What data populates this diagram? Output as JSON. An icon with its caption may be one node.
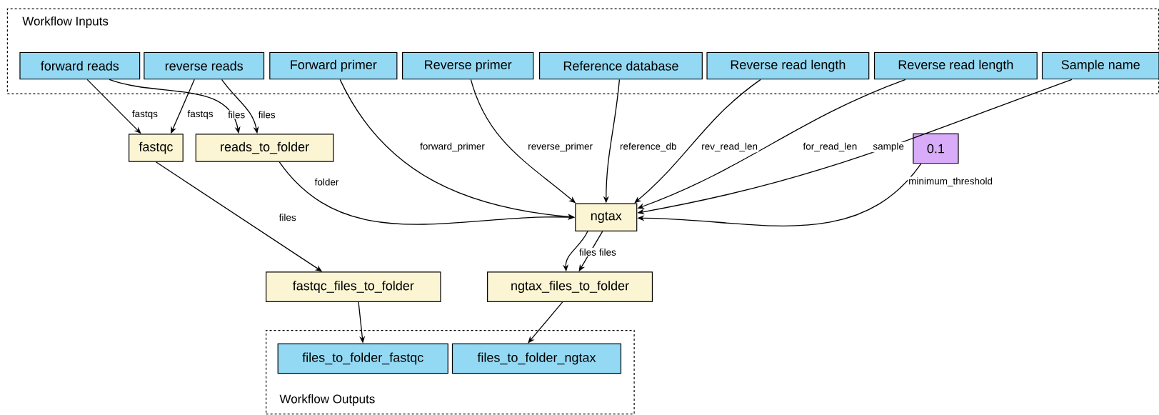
{
  "diagram": {
    "nodes": [
      {
        "text": [
          "Workflow Inputs"
        ]
      },
      {
        "text": [
          "forward reads"
        ],
        "in": 0
      },
      {
        "text": [
          "reverse reads"
        ],
        "in": 0
      },
      {
        "text": [
          "Forward primer"
        ],
        "in": 0
      },
      {
        "text": [
          "Reverse primer"
        ],
        "in": 0
      },
      {
        "text": [
          "Reference database"
        ],
        "in": 0
      },
      {
        "text": [
          "Reverse read length"
        ],
        "in": 0
      },
      {
        "text": [
          "Reverse read length"
        ],
        "in": 0
      },
      {
        "text": [
          "Sample name"
        ],
        "in": 0
      },
      {
        "text": [
          "fastqc"
        ]
      },
      {
        "text": [
          "reads_to_folder"
        ]
      },
      {
        "text": [
          "0.1"
        ]
      },
      {
        "text": [
          "ngtax"
        ]
      },
      {
        "text": [
          "fastqc_files_to_folder"
        ]
      },
      {
        "text": [
          "ngtax_files_to_folder"
        ]
      },
      {
        "text": [
          "Workflow Outputs"
        ]
      },
      {
        "text": [
          "files_to_folder_fastqc"
        ],
        "in": 15
      },
      {
        "text": [
          "files_to_folder_ngtax"
        ],
        "in": 15
      }
    ],
    "edges": [
      {
        "from": 1,
        "to": 9,
        "arrow": "to",
        "label": "fastqs"
      },
      {
        "from": 1,
        "to": 10,
        "arrow": "to",
        "label": "files"
      },
      {
        "from": 2,
        "to": 9,
        "arrow": "to",
        "label": "fastqs"
      },
      {
        "from": 2,
        "to": 10,
        "arrow": "to",
        "label": "files"
      },
      {
        "from": 3,
        "to": 12,
        "arrow": "to",
        "label": "forward_primer"
      },
      {
        "from": 4,
        "to": 12,
        "arrow": "to",
        "label": "reverse_primer"
      },
      {
        "from": 5,
        "to": 12,
        "arrow": "to",
        "label": "reference_db"
      },
      {
        "from": 6,
        "to": 12,
        "arrow": "to",
        "label": "rev_read_len"
      },
      {
        "from": 7,
        "to": 12,
        "arrow": "to",
        "label": "for_read_len"
      },
      {
        "from": 8,
        "to": 12,
        "arrow": "to",
        "label": "sample"
      },
      {
        "from": 11,
        "to": 12,
        "arrow": "to",
        "label": "minimum_threshold"
      },
      {
        "from": 10,
        "to": 12,
        "arrow": "to",
        "label": "folder"
      },
      {
        "from": 9,
        "to": 13,
        "arrow": "to",
        "label": "files"
      },
      {
        "from": 12,
        "to": 14,
        "arrow": "to",
        "label": "files"
      },
      {
        "from": 12,
        "to": 14,
        "arrow": "to",
        "label": "files"
      },
      {
        "from": 13,
        "to": 16,
        "arrow": "to"
      },
      {
        "from": 14,
        "to": 17,
        "arrow": "to"
      }
    ]
  }
}
